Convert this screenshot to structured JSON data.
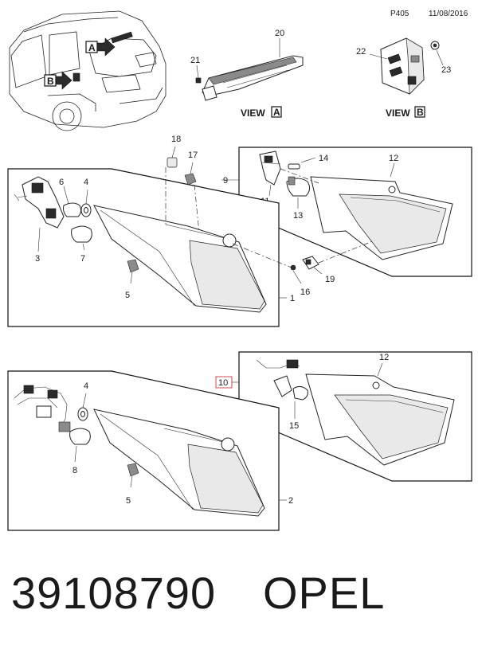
{
  "header": {
    "page_code": "P405",
    "date": "11/08/2016"
  },
  "views": {
    "view_a": "VIEW",
    "view_a_letter": "A",
    "view_b": "VIEW",
    "view_b_letter": "B"
  },
  "arrows": {
    "a": "A",
    "b": "B"
  },
  "callouts": {
    "c1": "1",
    "c2": "2",
    "c3": "3",
    "c4_top": "4",
    "c4_bottom": "4",
    "c5_top": "5",
    "c5_bottom": "5",
    "c6": "6",
    "c7": "7",
    "c8": "8",
    "c9": "9",
    "c10": "10",
    "c11": "11",
    "c12_top": "12",
    "c12_bottom": "12",
    "c13": "13",
    "c14": "14",
    "c15": "15",
    "c16": "16",
    "c17": "17",
    "c18": "18",
    "c19": "19",
    "c20": "20",
    "c21": "21",
    "c22": "22",
    "c23": "23"
  },
  "highlight_color": "#c8182c",
  "footer": {
    "part_number": "39108790",
    "brand": "OPEL"
  }
}
